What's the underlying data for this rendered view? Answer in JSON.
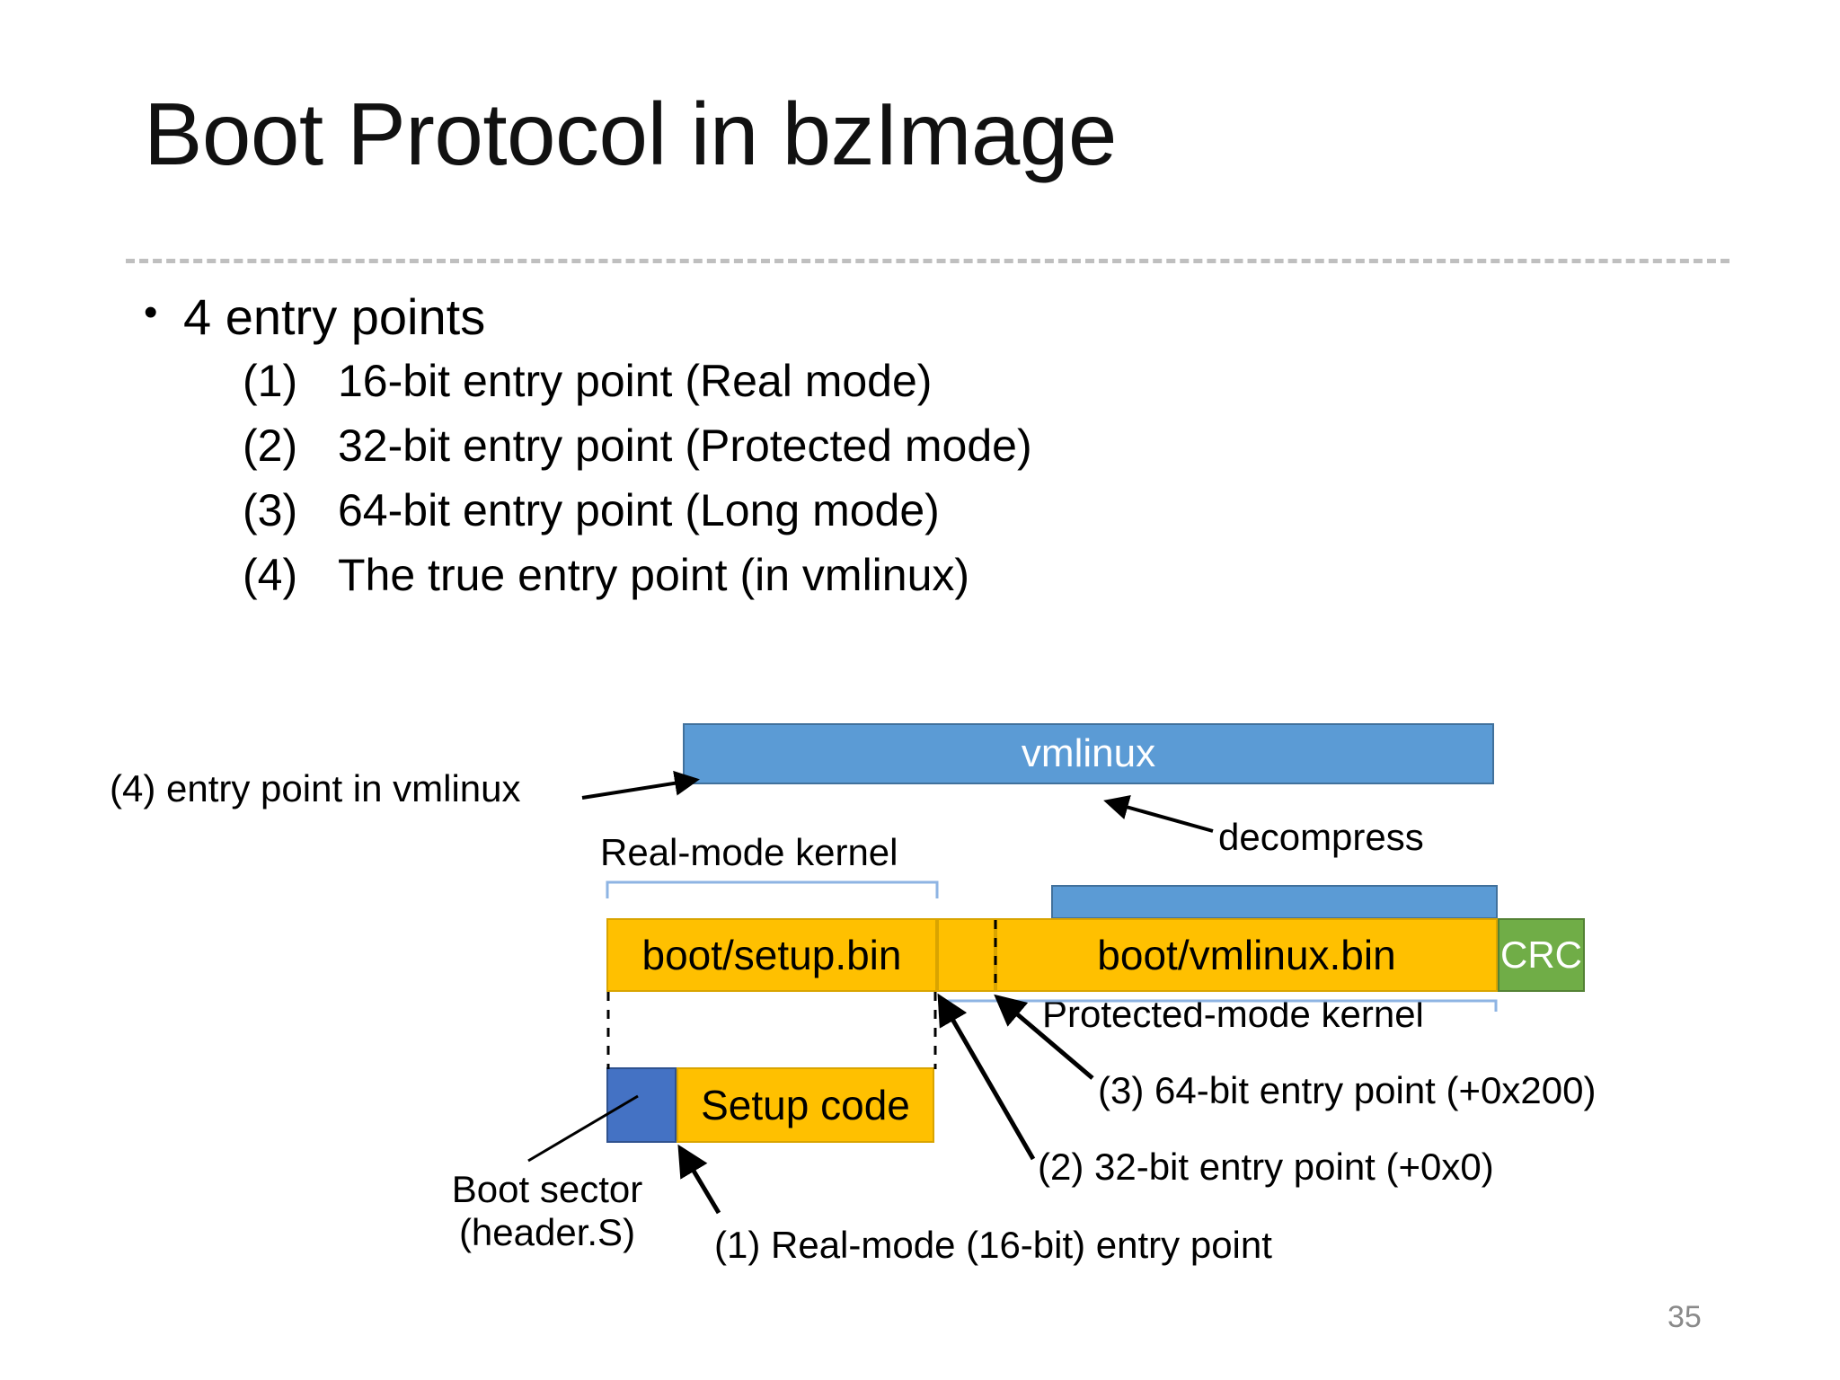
{
  "slide": {
    "title": "Boot Protocol in bzImage",
    "page_number": "35"
  },
  "bullets": {
    "main": "4 entry points",
    "bullet_glyph": "•",
    "items": [
      {
        "num": "(1)",
        "text": "16-bit entry point (Real mode)"
      },
      {
        "num": "(2)",
        "text": "32-bit entry point (Protected mode)"
      },
      {
        "num": "(3)",
        "text": "64-bit entry point (Long mode)"
      },
      {
        "num": "(4)",
        "text": "The true entry point (in vmlinux)"
      }
    ]
  },
  "diagram": {
    "boxes": {
      "vmlinux": "vmlinux",
      "decompressed": "",
      "setup_bin": "boot/setup.bin",
      "gap": "",
      "vmlinux_bin": "boot/vmlinux.bin",
      "crc": "CRC",
      "boot_sector": "",
      "setup_code": "Setup code"
    },
    "labels": {
      "entry4": "(4) entry point in vmlinux",
      "real_mode_kernel": "Real-mode kernel",
      "decompress": "decompress",
      "protected_mode_kernel": "Protected-mode kernel",
      "entry3": "(3) 64-bit entry point (+0x200)",
      "entry2": "(2) 32-bit entry point (+0x0)",
      "entry1": "(1) Real-mode (16-bit) entry point",
      "boot_sector_line1": "Boot sector",
      "boot_sector_line2": "(header.S)"
    },
    "colors": {
      "blue": "#5B9BD5",
      "dark_blue": "#4472C4",
      "orange": "#FFC000",
      "green": "#70AD47",
      "bracket_blue": "#8EB4E3",
      "divider_gray": "#BFBFBF",
      "page_number_gray": "#8A8A8A"
    }
  }
}
